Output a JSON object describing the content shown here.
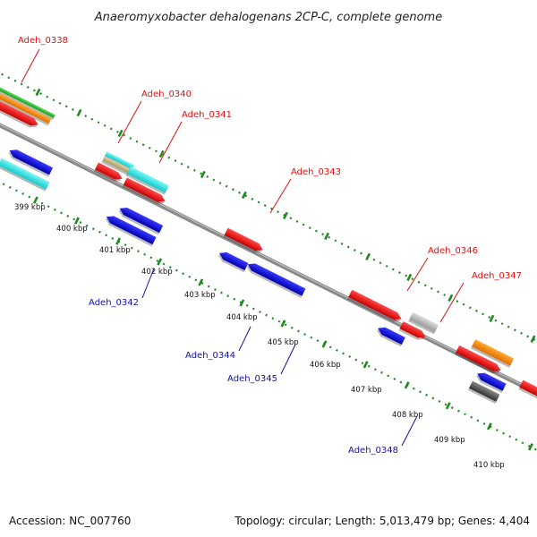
{
  "title": "Anaeromyxobacter dehalogenans 2CP-C, complete genome",
  "footer": {
    "accession": "Accession: NC_007760",
    "topology": "Topology: circular; Length: 5,013,479 bp; Genes: 4,404"
  },
  "scale_labels": [
    {
      "text": "399 kbp"
    },
    {
      "text": "400 kbp"
    },
    {
      "text": "401 kbp"
    },
    {
      "text": "402 kbp"
    },
    {
      "text": "403 kbp"
    },
    {
      "text": "404 kbp"
    },
    {
      "text": "405 kbp"
    },
    {
      "text": "406 kbp"
    },
    {
      "text": "407 kbp"
    },
    {
      "text": "408 kbp"
    },
    {
      "text": "409 kbp"
    },
    {
      "text": "410 kbp"
    }
  ],
  "gene_labels": [
    {
      "name": "Adeh_0338",
      "strand": "forward"
    },
    {
      "name": "Adeh_0340",
      "strand": "forward"
    },
    {
      "name": "Adeh_0341",
      "strand": "forward"
    },
    {
      "name": "Adeh_0343",
      "strand": "forward"
    },
    {
      "name": "Adeh_0346",
      "strand": "forward"
    },
    {
      "name": "Adeh_0347",
      "strand": "forward"
    },
    {
      "name": "Adeh_0342",
      "strand": "reverse"
    },
    {
      "name": "Adeh_0344",
      "strand": "reverse"
    },
    {
      "name": "Adeh_0345",
      "strand": "reverse"
    },
    {
      "name": "Adeh_0348",
      "strand": "reverse"
    }
  ],
  "colors": {
    "backbone": "#8a8a8a",
    "tick": "#1f8a1f",
    "forward_cds": "#ee1111",
    "reverse_cds": "#1111dd",
    "rna": "#22dddd",
    "other": "#ff8800",
    "green_track": "#33bb33",
    "grey_feature": "#aaaaaa",
    "tan_feature": "#c8b87a",
    "dark_feature": "#555555"
  }
}
